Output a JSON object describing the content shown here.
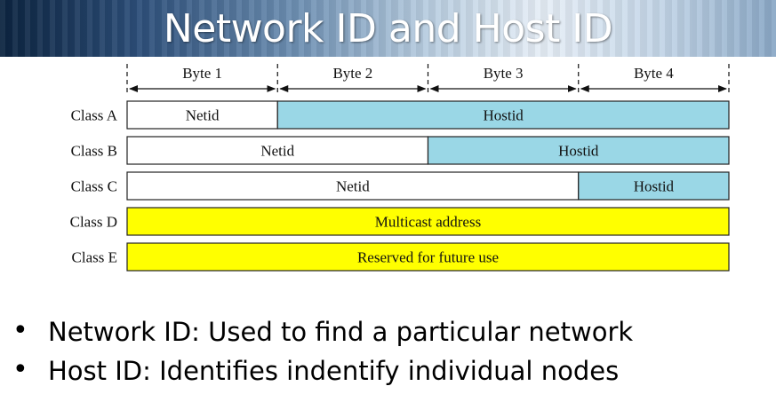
{
  "header": {
    "title": "Network ID and Host ID"
  },
  "diagram": {
    "bytes": [
      "Byte 1",
      "Byte 2",
      "Byte 3",
      "Byte 4"
    ],
    "classes": [
      {
        "name": "Class A",
        "segments": [
          {
            "label": "Netid",
            "span": 1,
            "kind": "net"
          },
          {
            "label": "Hostid",
            "span": 3,
            "kind": "host"
          }
        ]
      },
      {
        "name": "Class B",
        "segments": [
          {
            "label": "Netid",
            "span": 2,
            "kind": "net"
          },
          {
            "label": "Hostid",
            "span": 2,
            "kind": "host"
          }
        ]
      },
      {
        "name": "Class C",
        "segments": [
          {
            "label": "Netid",
            "span": 3,
            "kind": "net"
          },
          {
            "label": "Hostid",
            "span": 1,
            "kind": "host"
          }
        ]
      },
      {
        "name": "Class D",
        "segments": [
          {
            "label": "Multicast address",
            "span": 4,
            "kind": "special"
          }
        ]
      },
      {
        "name": "Class E",
        "segments": [
          {
            "label": "Reserved for future use",
            "span": 4,
            "kind": "special"
          }
        ]
      }
    ],
    "colors": {
      "net": "#ffffff",
      "host": "#9ad7e6",
      "special": "#ffff00",
      "border": "#222222"
    }
  },
  "bullets": [
    "Network ID: Used to find a particular network",
    "Host ID: Identifies indentify individual nodes"
  ]
}
